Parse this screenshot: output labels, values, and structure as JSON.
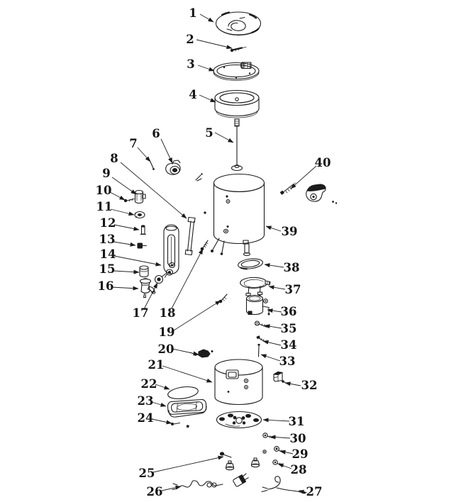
{
  "figure": {
    "background": "#ffffff",
    "line_color": "#1c1c1c",
    "label_color": "#141414"
  },
  "callouts": [
    "1",
    "2",
    "3",
    "4",
    "5",
    "6",
    "7",
    "8",
    "9",
    "10",
    "11",
    "12",
    "13",
    "14",
    "15",
    "16",
    "17",
    "18",
    "19",
    "20",
    "21",
    "22",
    "23",
    "24",
    "25",
    "26",
    "27",
    "28",
    "29",
    "30",
    "31",
    "32",
    "33",
    "34",
    "35",
    "36",
    "37",
    "38",
    "39",
    "40"
  ]
}
